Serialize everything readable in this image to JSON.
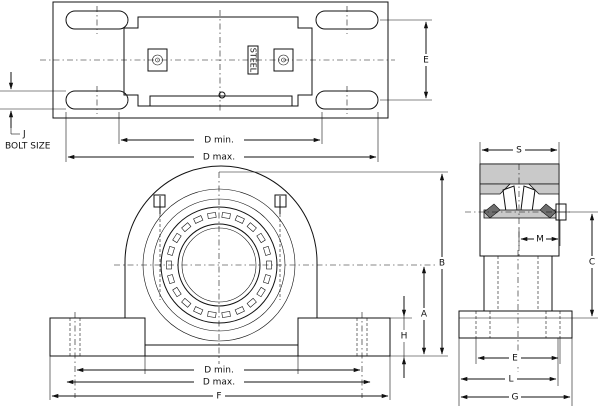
{
  "labels": {
    "steel": "STEEL",
    "dim_e_top": "E",
    "j": "J",
    "bolt_size": "BOLT SIZE",
    "d_min_top": "D min.",
    "d_max_top": "D max.",
    "b": "B",
    "a": "A",
    "h": "H",
    "d_min_front": "D min.",
    "d_max_front": "D max.",
    "f": "F",
    "s": "S",
    "m": "M",
    "c": "C",
    "e_side": "E",
    "l": "L",
    "g": "G"
  }
}
